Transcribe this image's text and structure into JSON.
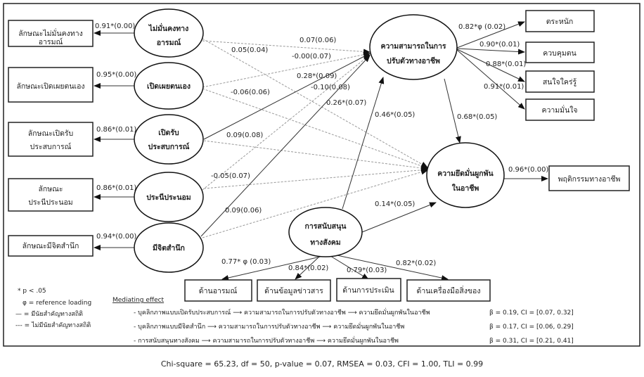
{
  "indicators_left": [
    "ลักษณะไม่มั่นคงทาง",
    "อารมณ์",
    "ลักษณะเปิดเผยตนเอง",
    "ลักษณะเปิดรับ",
    "ประสบการณ์",
    "ลักษณะ",
    "ประนีประนอม",
    "ลักษณะมีจิตสำนึก"
  ],
  "latent_left": [
    "ไม่มั่นคงทาง",
    "อารมณ์",
    "เปิดเผยตนเอง",
    "เปิดรับ",
    "ประสบการณ์",
    "ประนีประนอม",
    "มีจิตสำนึก"
  ],
  "loadings_left": [
    "0.91*(0.00)",
    "0.95*(0.00)",
    "0.86*(0.01)",
    "0.86*(0.01)",
    "0.94*(0.00)"
  ],
  "adapt": {
    "line1": "ความสามารถในการ",
    "line2": "ปรับตัวทางอาชีพ"
  },
  "engage": {
    "line1": "ความยึดมั่นผูกพัน",
    "line2": "ในอาชีพ"
  },
  "support": {
    "line1": "การสนับสนุน",
    "line2": "ทางสังคม"
  },
  "indicators_right": [
    "ตระหนัก",
    "ควบคุมตน",
    "สนใจใคร่รู้",
    "ความมั่นใจ"
  ],
  "loadings_right": [
    "0.82*φ (0.02)",
    "0.90*(0.01)",
    "0.88*(0.01)",
    "0.91*(0.01)"
  ],
  "behavior": {
    "label": "พฤติกรรมทางอาชีพ",
    "loading": "0.96*(0.00)"
  },
  "indicators_bottom": [
    "ด้านอารมณ์",
    "ด้านข้อมูลข่าวสาร",
    "ด้านการประเมิน",
    "ด้านเครื่องมือสิ่งของ"
  ],
  "loadings_bottom": [
    "0.77* φ (0.03)",
    "0.84*(0.02)",
    "0.79*(0.03)",
    "0.82*(0.02)"
  ],
  "paths_to_adapt": [
    "0.07(0.06)",
    "-0.00(0.07)",
    "0.28*(0.09)",
    "-0.10(0.08)",
    "0.26*(0.07)"
  ],
  "paths_to_engage": [
    "0.05(0.04)",
    "-0.06(0.06)",
    "0.09(0.08)",
    "-0.05(0.07)",
    "0.09(0.06)"
  ],
  "support_to_adapt": "0.46*(0.05)",
  "support_to_engage": "0.14*(0.05)",
  "adapt_to_engage": "0.68*(0.05)",
  "legend": {
    "p": "* p < .05",
    "phi": "φ = reference loading",
    "solid": "— = มีนัยสำคัญทางสถิติ",
    "dashed": "--- = ไม่มีนัยสำคัญทางสถิติ"
  },
  "mediating": {
    "title": "Mediating effect",
    "rows": [
      {
        "path": "- บุคลิกภาพแบบเปิดรับประสบการณ์ ⟶ ความสามารถในการปรับตัวทางอาชีพ ⟶ ความยึดมั่นผูกพันในอาชีพ",
        "stat": "β = 0.19, CI = [0.07, 0.32]"
      },
      {
        "path": "- บุคลิกภาพแบบมีจิตสำนึก ⟶ ความสามารถในการปรับตัวทางอาชีพ ⟶ ความยึดมั่นผูกพันในอาชีพ",
        "stat": "β = 0.17, CI = [0.06, 0.29]"
      },
      {
        "path": "- การสนับสนุนทางสังคม ⟶ ความสามารถในการปรับตัวทางอาชีพ ⟶ ความยึดมั่นผูกพันในอาชีพ",
        "stat": "β = 0.31, CI = [0.21, 0.41]"
      }
    ]
  },
  "fit": "Chi-square = 65.23, df = 50, p-value = 0.07, RMSEA = 0.03, CFI = 1.00, TLI = 0.99"
}
